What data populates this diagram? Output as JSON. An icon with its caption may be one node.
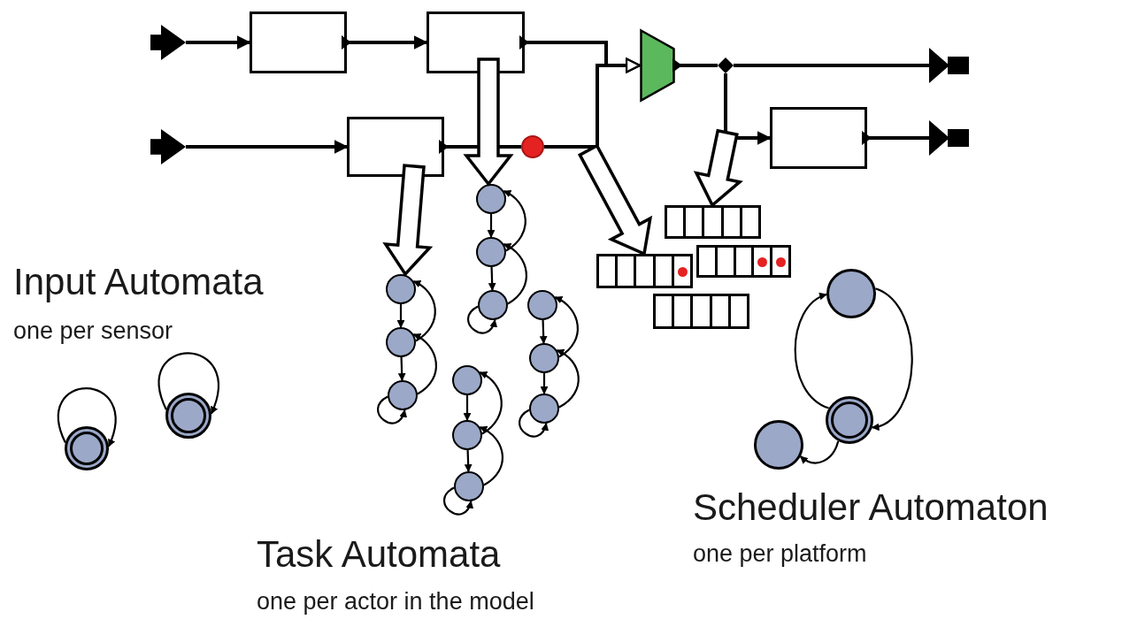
{
  "diagram": {
    "nodes": [
      {
        "text": [],
        "shape": "port"
      },
      {
        "text": [],
        "shape": "box"
      },
      {
        "text": [],
        "shape": "box"
      },
      {
        "text": [],
        "shape": "trapezoid"
      },
      {
        "text": [],
        "shape": "diamond"
      },
      {
        "text": [],
        "shape": "port"
      },
      {
        "text": [],
        "shape": "port"
      },
      {
        "text": [],
        "shape": "box"
      },
      {
        "text": [],
        "shape": "circle"
      },
      {
        "text": [],
        "shape": "box"
      },
      {
        "text": [],
        "shape": "port"
      },
      {
        "text": [],
        "shape": "queue"
      },
      {
        "text": [],
        "shape": "queue"
      },
      {
        "text": [],
        "shape": "queue"
      },
      {
        "text": [],
        "shape": "queue"
      },
      {
        "text": [],
        "shape": "circle"
      },
      {
        "text": [],
        "shape": "circle"
      },
      {
        "text": [],
        "shape": "circle"
      },
      {
        "text": [],
        "shape": "circle"
      },
      {
        "text": [],
        "shape": "circle"
      },
      {
        "text": [],
        "shape": "circle"
      },
      {
        "text": [],
        "shape": "circle"
      },
      {
        "text": [],
        "shape": "circle"
      },
      {
        "text": [],
        "shape": "circle"
      },
      {
        "text": [],
        "shape": "circle"
      },
      {
        "text": [],
        "shape": "circle"
      },
      {
        "text": [],
        "shape": "circle"
      },
      {
        "text": [],
        "shape": "circle"
      },
      {
        "text": [],
        "shape": "circle"
      },
      {
        "text": [],
        "shape": "circle"
      },
      {
        "text": [],
        "shape": "circle"
      },
      {
        "text": [],
        "shape": "circle"
      }
    ],
    "edges": [
      {
        "from": 0,
        "to": 1,
        "arrow": "to"
      },
      {
        "from": 1,
        "to": 2,
        "arrow": "to"
      },
      {
        "from": 2,
        "to": 3,
        "arrow": "to"
      },
      {
        "from": 6,
        "to": 7,
        "arrow": "to"
      },
      {
        "from": 7,
        "to": 8,
        "arrow": "none"
      },
      {
        "from": 8,
        "to": 3,
        "arrow": "to"
      },
      {
        "from": 3,
        "to": 4,
        "arrow": "none"
      },
      {
        "from": 4,
        "to": 5,
        "arrow": "none"
      },
      {
        "from": 4,
        "to": 9,
        "arrow": "to"
      },
      {
        "from": 9,
        "to": 10,
        "arrow": "none"
      },
      {
        "from": 7,
        "to": 15,
        "arrow": "to",
        "style": "thick"
      },
      {
        "from": 2,
        "to": 21,
        "arrow": "to",
        "style": "thick"
      },
      {
        "from": null,
        "to": 13,
        "arrow": "to",
        "style": "thick"
      },
      {
        "from": null,
        "to": 11,
        "arrow": "to",
        "style": "thick"
      },
      {
        "from": 15,
        "to": 16,
        "arrow": "to"
      },
      {
        "from": 16,
        "to": 17,
        "arrow": "to"
      },
      {
        "from": 16,
        "to": 15,
        "arrow": "to"
      },
      {
        "from": 17,
        "to": 16,
        "arrow": "to"
      },
      {
        "from": 17,
        "to": 17,
        "arrow": "to"
      },
      {
        "from": 18,
        "to": 19,
        "arrow": "to"
      },
      {
        "from": 19,
        "to": 20,
        "arrow": "to"
      },
      {
        "from": 19,
        "to": 18,
        "arrow": "to"
      },
      {
        "from": 20,
        "to": 19,
        "arrow": "to"
      },
      {
        "from": 20,
        "to": 20,
        "arrow": "to"
      },
      {
        "from": 21,
        "to": 22,
        "arrow": "to"
      },
      {
        "from": 22,
        "to": 23,
        "arrow": "to"
      },
      {
        "from": 22,
        "to": 21,
        "arrow": "to"
      },
      {
        "from": 23,
        "to": 22,
        "arrow": "to"
      },
      {
        "from": 23,
        "to": 23,
        "arrow": "to"
      },
      {
        "from": 24,
        "to": 25,
        "arrow": "to"
      },
      {
        "from": 25,
        "to": 26,
        "arrow": "to"
      },
      {
        "from": 25,
        "to": 24,
        "arrow": "to"
      },
      {
        "from": 26,
        "to": 25,
        "arrow": "to"
      },
      {
        "from": 26,
        "to": 26,
        "arrow": "to"
      },
      {
        "from": 27,
        "to": 27,
        "arrow": "to"
      },
      {
        "from": 28,
        "to": 28,
        "arrow": "to"
      },
      {
        "from": 30,
        "to": 29,
        "arrow": "to"
      },
      {
        "from": 29,
        "to": 30,
        "arrow": "to"
      },
      {
        "from": 30,
        "to": 31,
        "arrow": "to"
      }
    ],
    "labels": [
      "Input Automata",
      "one per sensor",
      "Task Automata",
      "one per actor in the model",
      "Scheduler Automaton",
      "one per platform"
    ]
  }
}
